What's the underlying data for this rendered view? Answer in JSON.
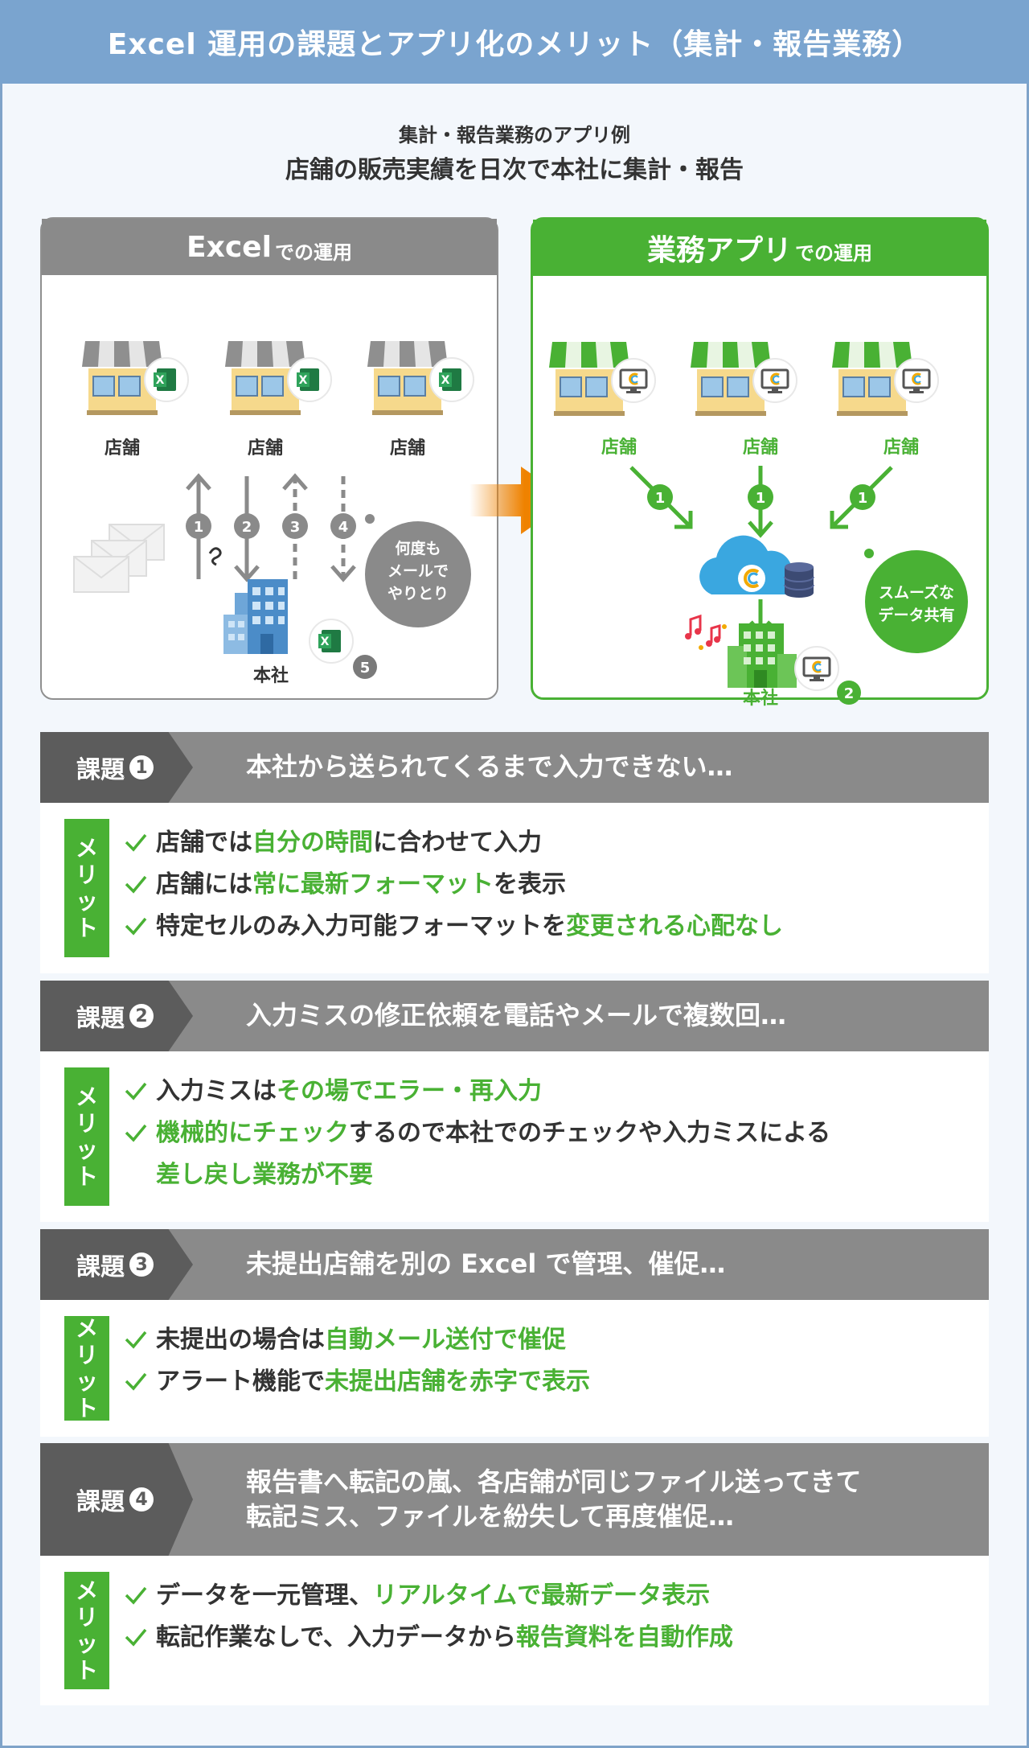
{
  "header": {
    "title": "Excel 運用の課題とアプリ化のメリット（集計・報告業務）"
  },
  "intro": {
    "line1": "集計・報告業務のアプリ例",
    "line2": "店舗の販売実績を日次で本社に集計・報告"
  },
  "left_panel": {
    "title_main": "Excel",
    "title_small": "での運用",
    "store_label": "店舗",
    "hq_label": "本社",
    "arrow_numbers": [
      "1",
      "2",
      "3",
      "4"
    ],
    "hq_step": "5",
    "bubble_lines": [
      "何度も",
      "メールで",
      "やりとり"
    ]
  },
  "right_panel": {
    "title_main": "業務アプリ",
    "title_small": "での運用",
    "store_label": "店舗",
    "hq_label": "本社",
    "arrow_number": "1",
    "hq_step": "2",
    "bubble_lines": [
      "スムーズな",
      "データ共有"
    ]
  },
  "issue_label": "課題",
  "merit_label": [
    "メ",
    "リ",
    "ッ",
    "ト"
  ],
  "issues": [
    {
      "num": "1",
      "lines": [
        "本社から送られてくるまで入力できない…"
      ],
      "merits": [
        [
          {
            "t": "店舗では",
            "hl": false
          },
          {
            "t": "自分の時間",
            "hl": true
          },
          {
            "t": "に合わせて入力",
            "hl": false
          }
        ],
        [
          {
            "t": "店舗には",
            "hl": false
          },
          {
            "t": "常に最新フォーマット",
            "hl": true
          },
          {
            "t": "を表示",
            "hl": false
          }
        ],
        [
          {
            "t": "特定セルのみ入力可能フォーマットを",
            "hl": false
          },
          {
            "t": "変更される心配なし",
            "hl": true
          }
        ]
      ]
    },
    {
      "num": "2",
      "lines": [
        "入力ミスの修正依頼を電話やメールで複数回…"
      ],
      "merits": [
        [
          {
            "t": "入力ミスは",
            "hl": false
          },
          {
            "t": "その場でエラー・再入力",
            "hl": true
          }
        ],
        [
          {
            "t": "機械的にチェック",
            "hl": true
          },
          {
            "t": "するので本社でのチェックや入力ミスによる",
            "hl": false
          },
          {
            "t": "差し戻し業務が不要",
            "hl": true,
            "br": true
          }
        ]
      ]
    },
    {
      "num": "3",
      "lines": [
        "未提出店舗を別の Excel で管理、催促…"
      ],
      "merits": [
        [
          {
            "t": "未提出の場合は",
            "hl": false
          },
          {
            "t": "自動メール送付で催促",
            "hl": true
          }
        ],
        [
          {
            "t": "アラート機能で",
            "hl": false
          },
          {
            "t": "未提出店舗を赤字で表示",
            "hl": true
          }
        ]
      ]
    },
    {
      "num": "4",
      "lines": [
        "報告書へ転記の嵐、各店舗が同じファイル送ってきて",
        "転記ミス、ファイルを紛失して再度催促…"
      ],
      "merits": [
        [
          {
            "t": "データを一元管理、",
            "hl": false
          },
          {
            "t": "リアルタイムで最新データ表示",
            "hl": true
          }
        ],
        [
          {
            "t": "転記作業なしで、入力データから",
            "hl": false
          },
          {
            "t": "報告資料を自動作成",
            "hl": true
          }
        ]
      ]
    }
  ],
  "colors": {
    "green": "#49b134",
    "gray_dark": "#5c5c5c",
    "gray": "#8a8a8a",
    "header_blue": "#7aa4cf",
    "orange": "#ef8200"
  },
  "icons": [
    "store-icon",
    "excel-icon",
    "monitor-app-icon",
    "mail-icon",
    "building-icon",
    "cloud-icon",
    "database-icon",
    "check-icon",
    "music-note-icon"
  ]
}
